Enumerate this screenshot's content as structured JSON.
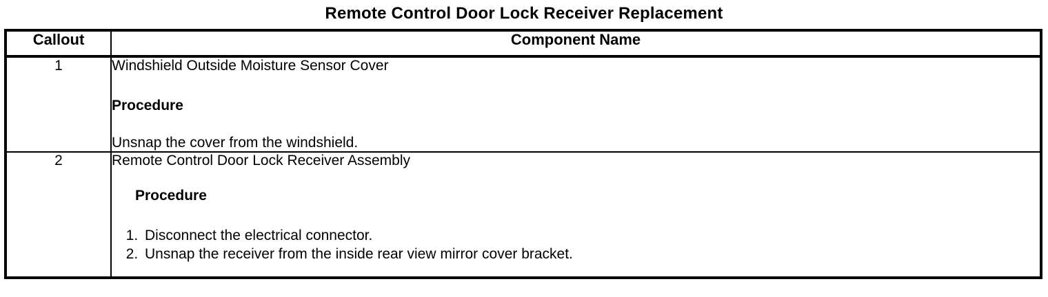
{
  "title": "Remote Control Door Lock Receiver Replacement",
  "colors": {
    "text": "#000000",
    "background": "#ffffff",
    "border": "#000000"
  },
  "table": {
    "headers": {
      "callout": "Callout",
      "component": "Component Name"
    },
    "rows": [
      {
        "callout": "1",
        "component_name": "Windshield Outside Moisture Sensor Cover",
        "procedure_label": "Procedure",
        "steps": [
          "Unsnap the cover from the windshield."
        ]
      },
      {
        "callout": "2",
        "component_name": "Remote Control Door Lock Receiver Assembly",
        "procedure_label": "Procedure",
        "steps": [
          "Disconnect the electrical connector.",
          "Unsnap the receiver from the inside rear view mirror cover bracket."
        ]
      }
    ]
  }
}
